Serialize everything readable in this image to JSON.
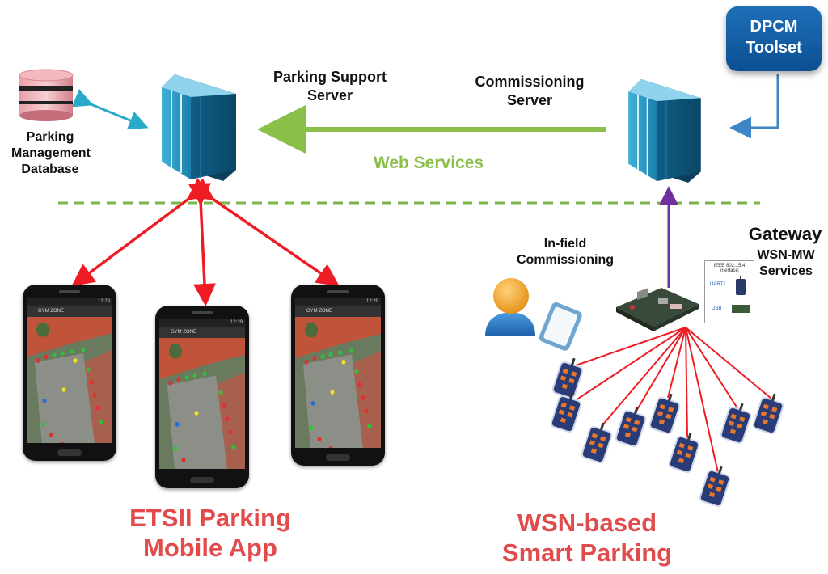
{
  "labels": {
    "parking_support_server": [
      "Parking Support",
      "Server"
    ],
    "commissioning_server": [
      "Commissioning",
      "Server"
    ],
    "parking_db": [
      "Parking",
      "Management",
      "Database"
    ],
    "web_services": "Web Services",
    "dpcm_toolset": [
      "DPCM",
      "Toolset"
    ],
    "in_field_commissioning": [
      "In-field",
      "Commissioning"
    ],
    "gateway": "Gateway",
    "wsn_mw_services": [
      "WSN-MW",
      "Services"
    ],
    "etsii_app": [
      "ETSII Parking",
      "Mobile App"
    ],
    "wsn_smart_parking": [
      "WSN-based",
      "Smart Parking"
    ]
  },
  "phones": {
    "app_title": "GYM ZONE",
    "time": "12:29"
  },
  "gateway_card": {
    "interface_title": "IEEE 802.15.4 Interface:",
    "uart": "UART1",
    "usb": "USB"
  },
  "colors": {
    "green_arrow": "#8cbf4a",
    "red_arrow": "#ee1c24",
    "purple_arrow": "#7030a0",
    "blue_arrow": "#3e85c6",
    "teal_arrow": "#2aa9c9",
    "dashed_line": "#7ab648",
    "server": "#1a7fae",
    "emphasis_red": "#e14b4b"
  },
  "icons": {
    "database": "database-icon",
    "server": "server-icon",
    "user": "user-icon",
    "board": "gateway-board-icon",
    "sensor": "sensor-node-icon"
  }
}
